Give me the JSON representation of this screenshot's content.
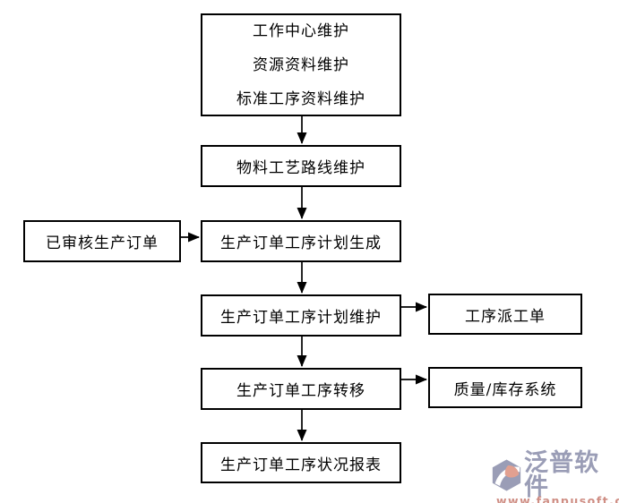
{
  "diagram": {
    "master_data": {
      "lines": [
        "工作中心维护",
        "资源资料维护",
        "标准工序资料维护"
      ]
    },
    "routing": {
      "label": "物料工艺路线维护"
    },
    "approved_order": {
      "label": "已审核生产订单"
    },
    "plan_generate": {
      "label": "生产订单工序计划生成"
    },
    "plan_maintain": {
      "label": "生产订单工序计划维护"
    },
    "dispatch_order": {
      "label": "工序派工单"
    },
    "transfer": {
      "label": "生产订单工序转移"
    },
    "quality_inventory": {
      "label": "质量/库存系统"
    },
    "status_report": {
      "label": "生产订单工序状况报表"
    }
  },
  "logo": {
    "brand": "泛普软件",
    "website": "www.fanpusoft.com",
    "brand_color": "#9a9db6",
    "website_color": "#cf8e84",
    "icon_accent_color": "#e2a090"
  }
}
